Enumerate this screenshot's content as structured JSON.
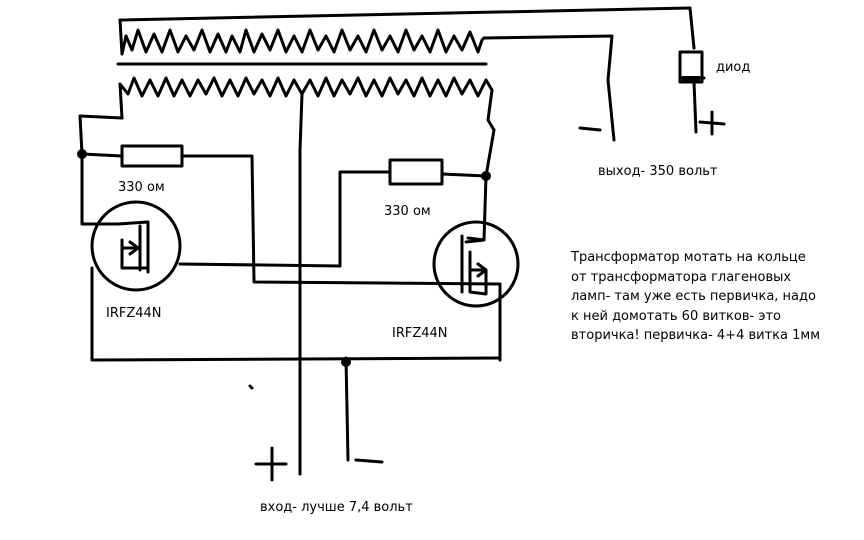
{
  "labels": {
    "resistor_left": "330 ом",
    "resistor_right": "330 ом",
    "transistor_left": "IRFZ44N",
    "transistor_right": "IRFZ44N",
    "diode": "диод",
    "output": "выход- 350 вольт",
    "input": "вход- лучше 7,4 вольт"
  },
  "note_lines": [
    "Трансформатор мотать на кольце",
    "от трансформатора глагеновых",
    "ламп- там уже есть первичка, надо",
    "к ней домотать 60 витков- это",
    "вторичка! первичка- 4+4 витка 1мм"
  ],
  "symbols": {
    "out_minus": "−",
    "out_plus": "+",
    "in_plus": "+",
    "in_minus": "−",
    "stray_minus": "-"
  }
}
